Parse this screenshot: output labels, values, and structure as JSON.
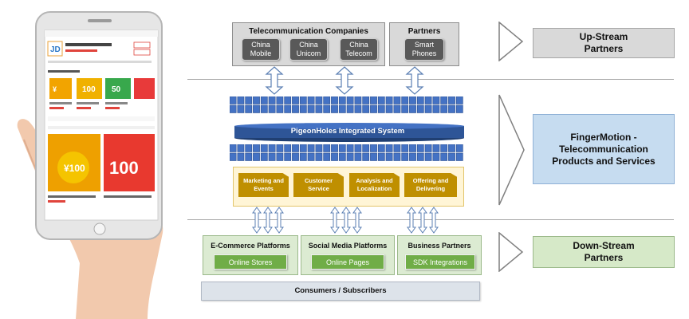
{
  "upstream": {
    "telecom": {
      "title": "Telecommunication Companies",
      "items": [
        {
          "line1": "China",
          "line2": "Mobile"
        },
        {
          "line1": "China",
          "line2": "Unicom"
        },
        {
          "line1": "China",
          "line2": "Telecom"
        }
      ]
    },
    "partners": {
      "title": "Partners",
      "items": [
        {
          "line1": "Smart",
          "line2": "Phones"
        }
      ]
    }
  },
  "core": {
    "system_label": "PigeonHoles Integrated System",
    "services": [
      {
        "line1": "Marketing and",
        "line2": "Events"
      },
      {
        "line1": "Customer",
        "line2": "Service"
      },
      {
        "line1": "Analysis and",
        "line2": "Localization"
      },
      {
        "line1": "Offering and",
        "line2": "Delivering"
      }
    ]
  },
  "downstream": {
    "platforms": [
      {
        "title": "E-Commerce Platforms",
        "pill": "Online Stores"
      },
      {
        "title": "Social Media Platforms",
        "pill": "Online Pages"
      },
      {
        "title": "Business Partners",
        "pill": "SDK Integrations"
      }
    ],
    "consumers": "Consumers / Subscribers"
  },
  "side_labels": {
    "upstream": {
      "line1": "Up-Stream",
      "line2": "Partners"
    },
    "fingermotion": {
      "line1": "FingerMotion -",
      "line2": "Telecommunication",
      "line3": "Products and Services"
    },
    "downstream": {
      "line1": "Down-Stream",
      "line2": "Partners"
    }
  },
  "colors": {
    "gray": "#d9d9d9",
    "dark_pill": "#595959",
    "blue": "#4472c4",
    "gold": "#bf8f00",
    "green_box": "#dcebd2",
    "green_pill": "#70ad47",
    "side_blue": "#c6dcf0"
  }
}
